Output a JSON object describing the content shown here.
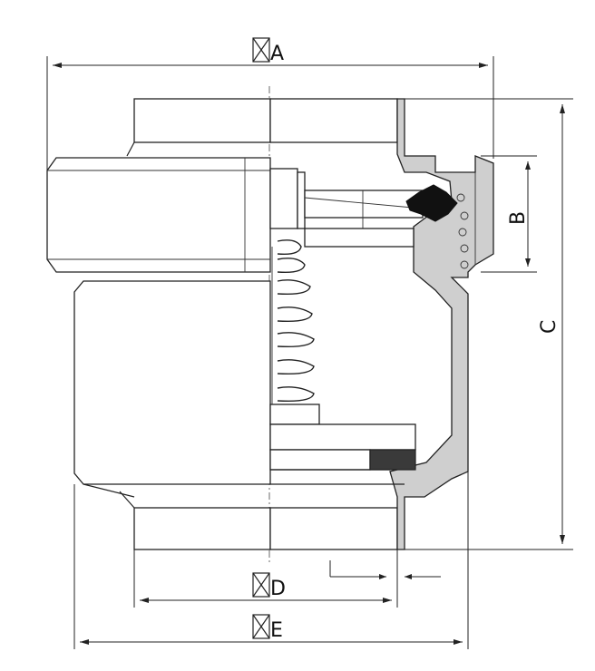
{
  "figure": {
    "labels": {
      "a": "A",
      "b": "B",
      "c": "C",
      "d": "D",
      "e": "E"
    },
    "colors": {
      "line": "#222222",
      "section_fill": "#cfcfcf",
      "seal_fill": "#111111",
      "background": "#ffffff"
    },
    "icons": {
      "diameter_symbol": "square-with-diagonals"
    }
  }
}
